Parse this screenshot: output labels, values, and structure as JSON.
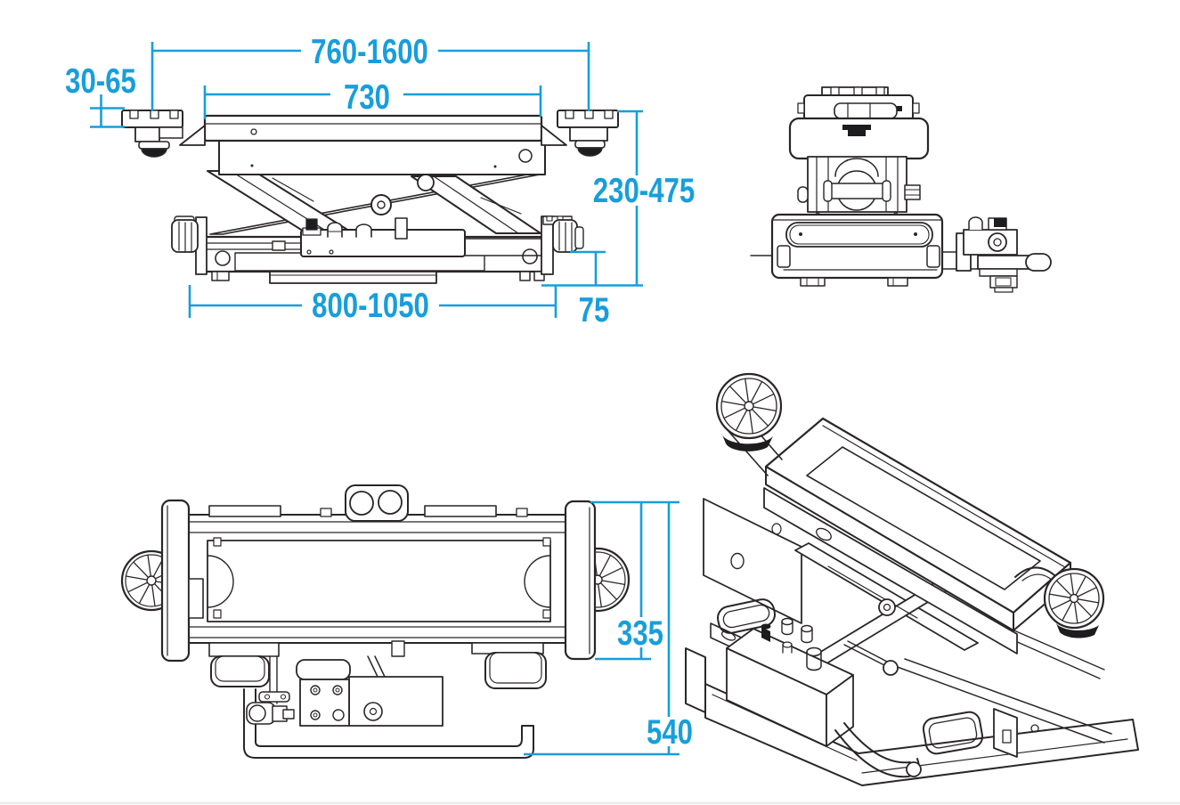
{
  "drawing": {
    "colors": {
      "dimension_accent": "#189edb",
      "line_ink": "#2a2627",
      "background": "#ffffff",
      "bottom_edge": "#ebebed"
    },
    "dimensions": {
      "front_view": {
        "span_range": "760-1600",
        "platform_length": "730",
        "pad_height_range": "30-65",
        "lift_height_range": "230-475",
        "base_length_range": "800-1050",
        "roller_offset": "75"
      },
      "top_view": {
        "body_width": "335",
        "overall_width": "540"
      }
    }
  }
}
